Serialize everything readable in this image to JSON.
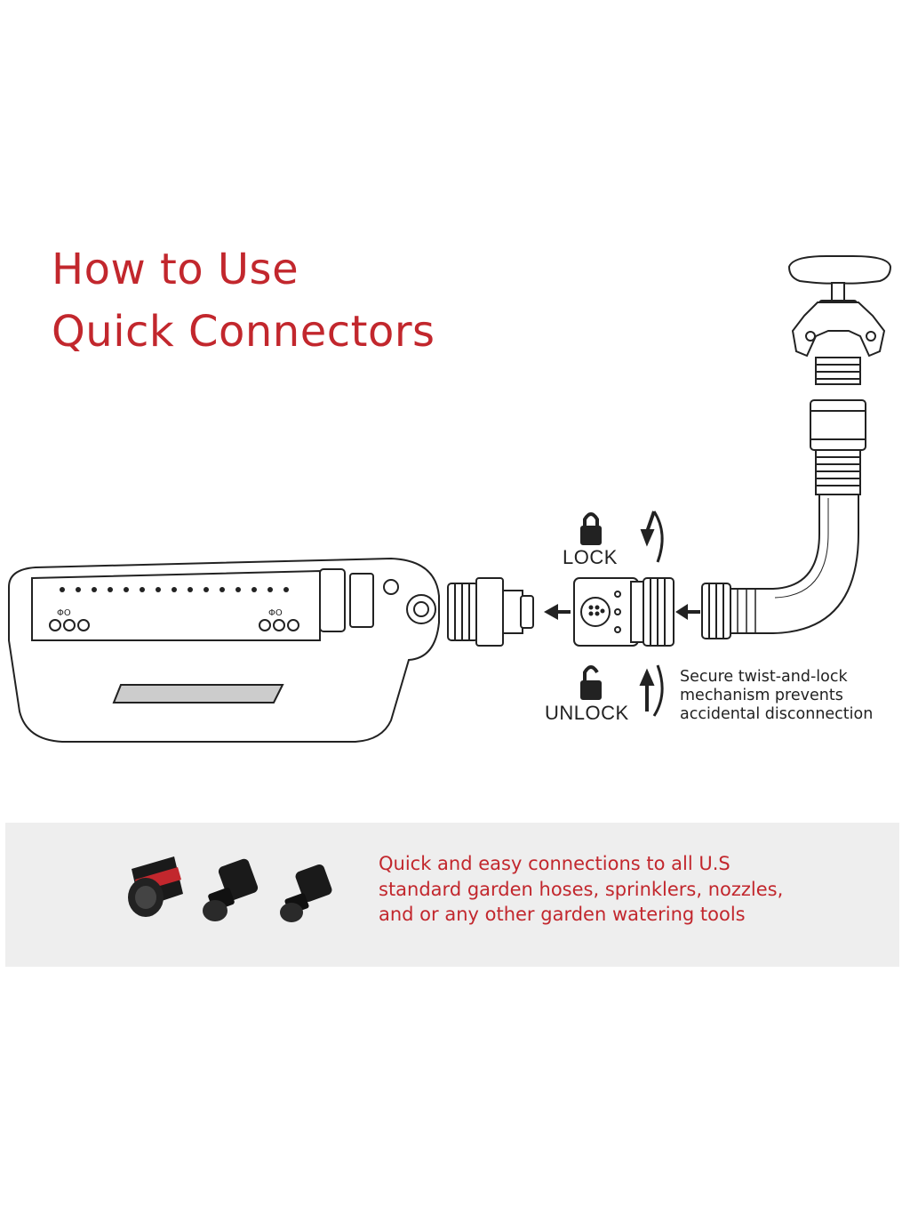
{
  "title": {
    "line1": "How to Use",
    "line2": "Quick Connectors"
  },
  "labels": {
    "lock": "LOCK",
    "unlock": "UNLOCK"
  },
  "note": {
    "line1": "Secure twist-and-lock",
    "line2": "mechanism prevents",
    "line3": "accidental disconnection"
  },
  "sprinkler_marks": {
    "left": "ΦO",
    "right": "ΦO"
  },
  "panel": {
    "line1": "Quick and easy connections to all U.S",
    "line2": "standard garden hoses, sprinklers, nozzles,",
    "line3": "and or any other garden watering tools"
  },
  "colors": {
    "accent": "#c2272d",
    "panel_bg": "#eeeeee",
    "ink": "#222222"
  },
  "icons": [
    "padlock-closed-icon",
    "padlock-open-icon",
    "rotate-arrow-icon",
    "left-arrow-icon"
  ]
}
